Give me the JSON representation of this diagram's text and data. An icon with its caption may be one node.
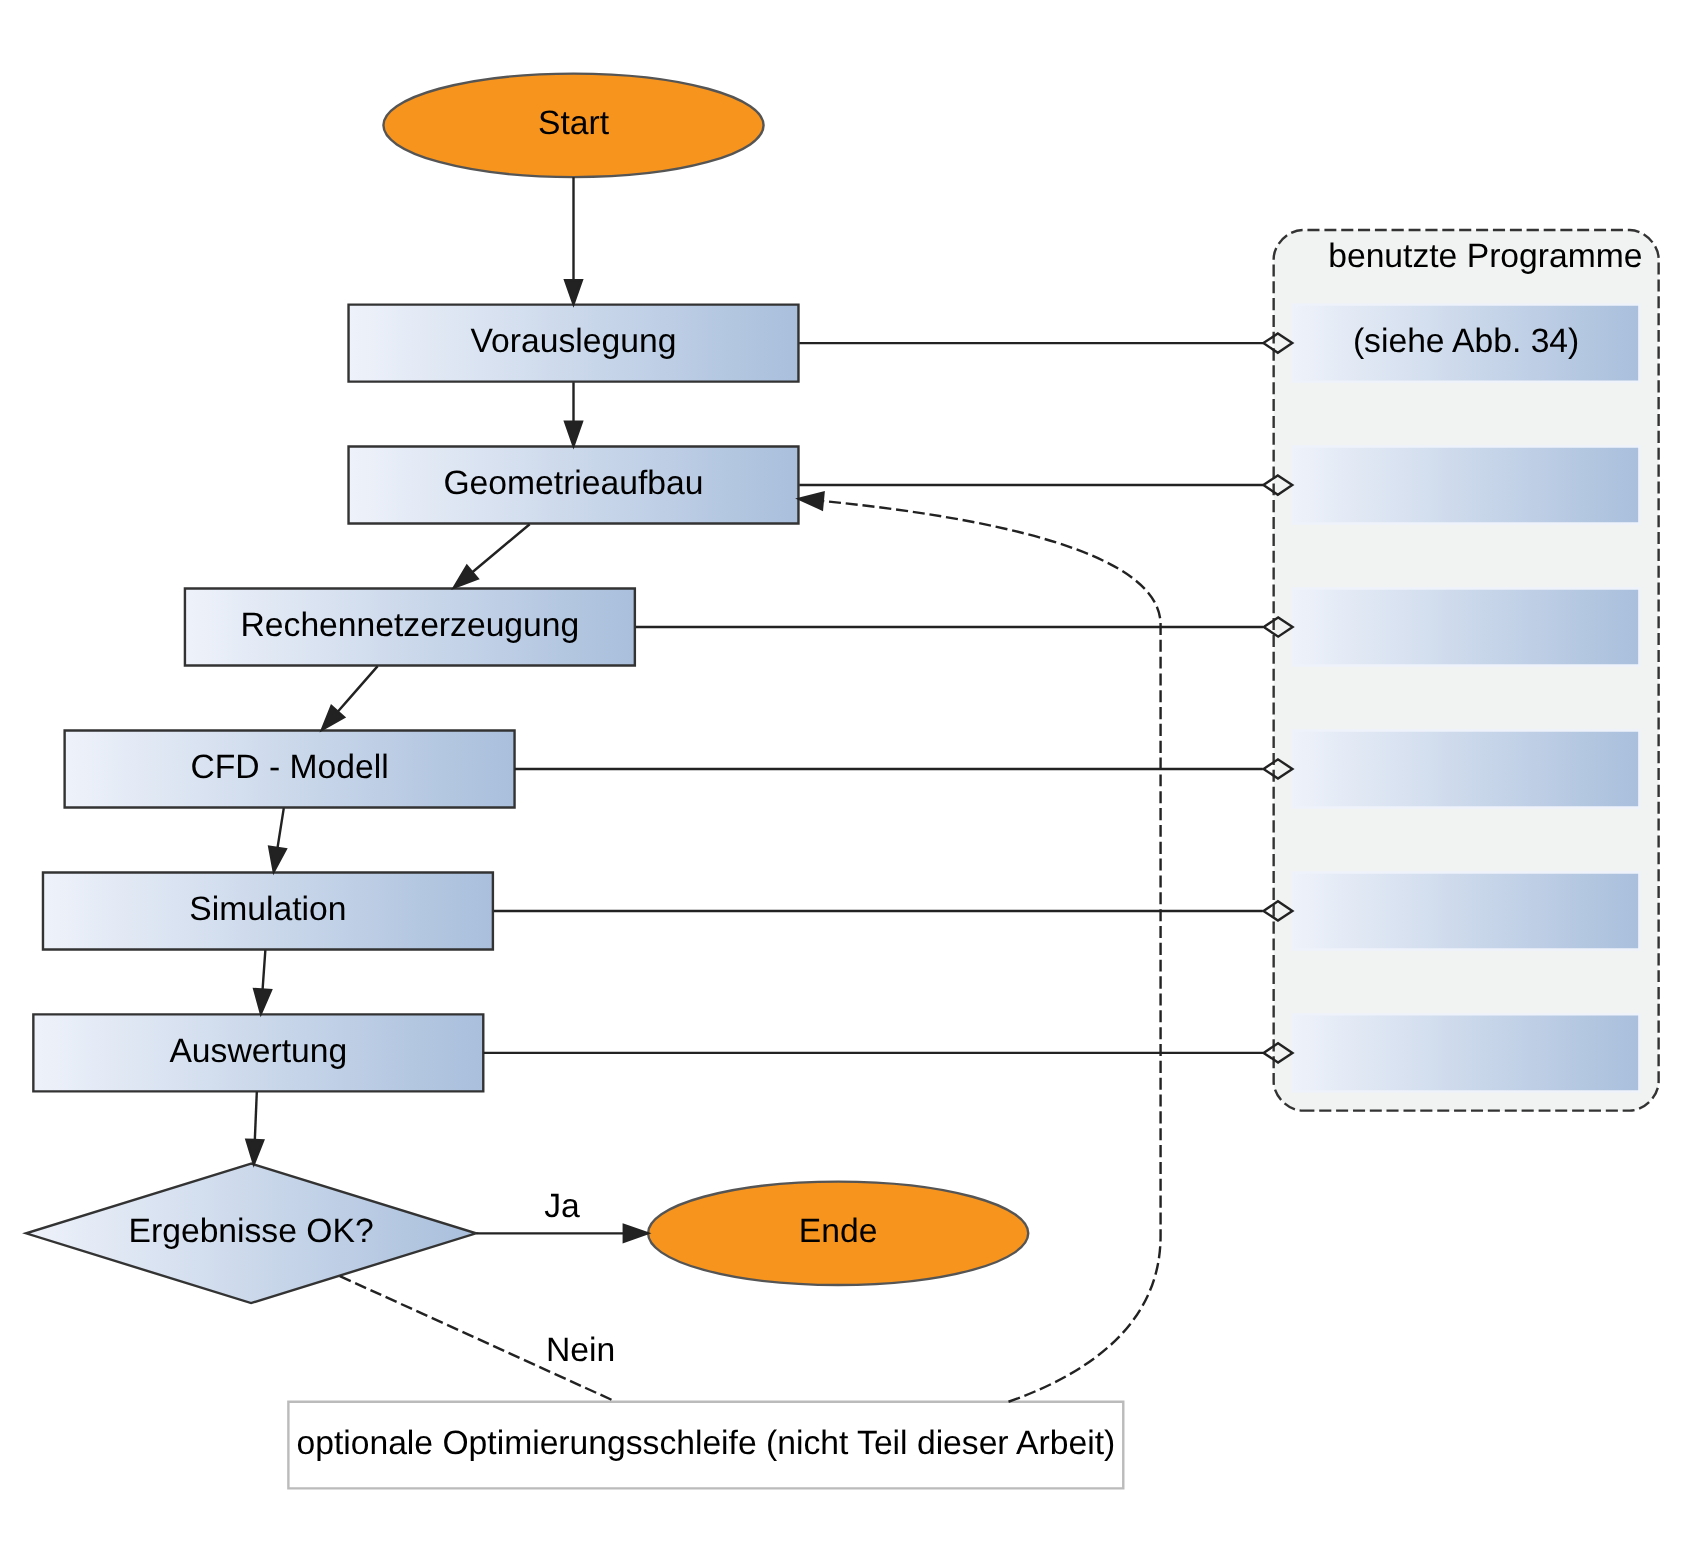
{
  "diagram": {
    "nodes": [
      {
        "text": [
          "Start"
        ]
      },
      {
        "text": [
          "Vorauslegung"
        ]
      },
      {
        "text": [
          "Geometrieaufbau"
        ]
      },
      {
        "text": [
          "Rechennetzerzeugung"
        ]
      },
      {
        "text": [
          "CFD - Modell"
        ]
      },
      {
        "text": [
          "Simulation"
        ]
      },
      {
        "text": [
          "Auswertung"
        ]
      },
      {
        "text": [
          "Ergebnisse OK?"
        ]
      },
      {
        "text": [
          "Ende"
        ]
      },
      {
        "text": [
          "benutzte Programme"
        ]
      },
      {
        "text": [
          "(siehe Abb. 34)"
        ],
        "in": 9
      },
      {
        "text": [],
        "shape": "box",
        "in": 9
      },
      {
        "text": [],
        "shape": "box",
        "in": 9
      },
      {
        "text": [],
        "shape": "box",
        "in": 9
      },
      {
        "text": [],
        "shape": "box",
        "in": 9
      },
      {
        "text": [],
        "shape": "box",
        "in": 9
      },
      {
        "text": [
          "optionale Optimierungsschleife (nicht Teil dieser Arbeit)"
        ]
      }
    ],
    "edges": [
      {
        "from": 0,
        "to": 1,
        "arrow": "to"
      },
      {
        "from": 1,
        "to": 2,
        "arrow": "to"
      },
      {
        "from": 2,
        "to": 3,
        "arrow": "to"
      },
      {
        "from": 3,
        "to": 4,
        "arrow": "to"
      },
      {
        "from": 4,
        "to": 5,
        "arrow": "to"
      },
      {
        "from": 5,
        "to": 6,
        "arrow": "to"
      },
      {
        "from": 6,
        "to": 7,
        "arrow": "to"
      },
      {
        "from": 7,
        "to": 8,
        "arrow": "to",
        "label": "Ja"
      },
      {
        "from": 7,
        "to": 16,
        "arrow": "none",
        "label": "Nein",
        "style": "dashed"
      },
      {
        "from": 16,
        "to": 2,
        "arrow": "to",
        "style": "dashed"
      },
      {
        "from": 1,
        "to": 10,
        "arrow": "other"
      },
      {
        "from": 2,
        "to": 11,
        "arrow": "other"
      },
      {
        "from": 3,
        "to": 12,
        "arrow": "other"
      },
      {
        "from": 4,
        "to": 13,
        "arrow": "other"
      },
      {
        "from": 5,
        "to": 14,
        "arrow": "other"
      },
      {
        "from": 6,
        "to": 15,
        "arrow": "other"
      }
    ]
  }
}
